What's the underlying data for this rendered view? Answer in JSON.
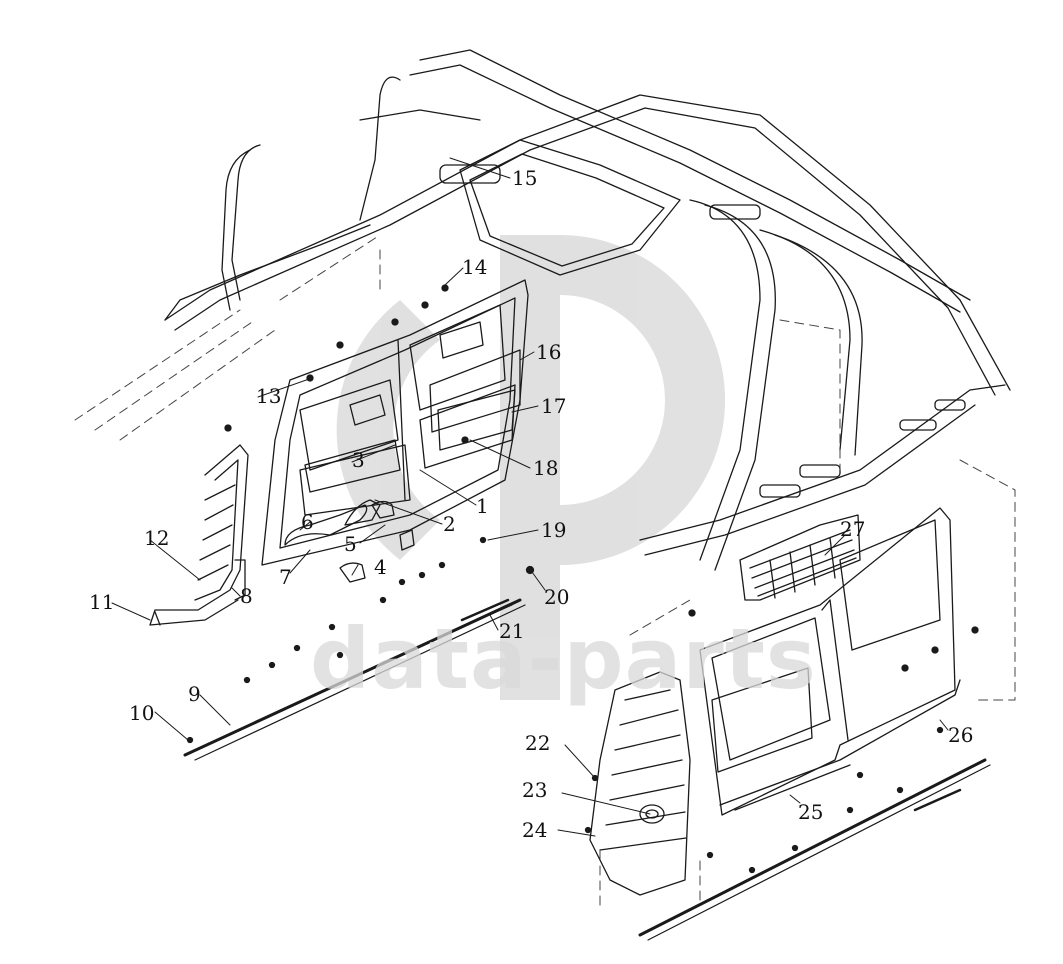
{
  "watermark": {
    "brand": "data-parts",
    "color": "#cfcfcf"
  },
  "colors": {
    "line": "#1a1a1a",
    "dash": "#444444"
  },
  "callouts": [
    "1",
    "2",
    "3",
    "4",
    "5",
    "6",
    "7",
    "8",
    "9",
    "10",
    "11",
    "12",
    "13",
    "14",
    "15",
    "16",
    "17",
    "18",
    "19",
    "20",
    "21",
    "22",
    "23",
    "24",
    "25",
    "26",
    "27"
  ]
}
